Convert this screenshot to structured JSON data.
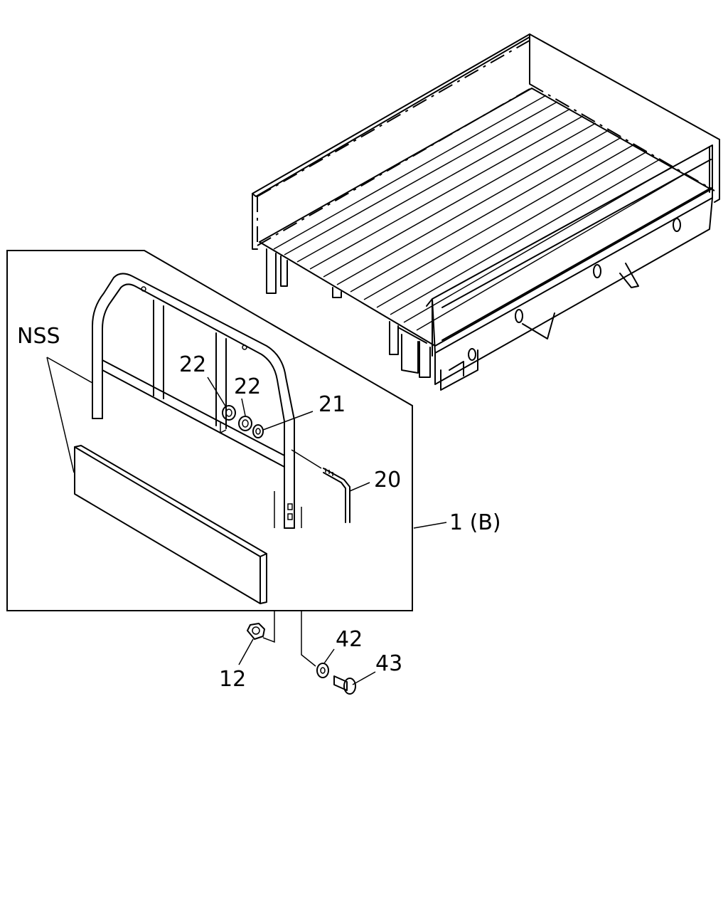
{
  "callouts": {
    "nss": "NSS",
    "p22a": "22",
    "p22b": "22",
    "p21": "21",
    "p20": "20",
    "p1b": "1 (B)",
    "p42": "42",
    "p43": "43",
    "p12": "12"
  }
}
